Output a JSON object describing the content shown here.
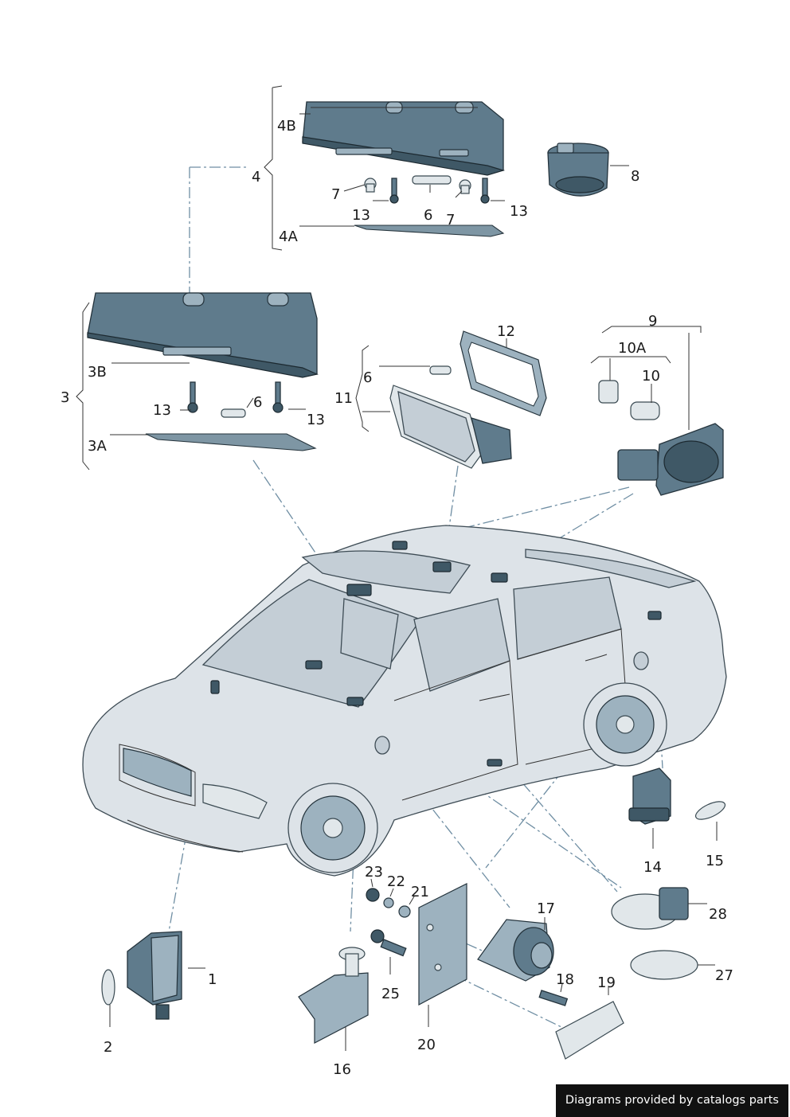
{
  "labels": {
    "l1": "1",
    "l2": "2",
    "l3": "3",
    "l3a": "3A",
    "l3b": "3B",
    "l4": "4",
    "l4a": "4A",
    "l4b": "4B",
    "l6a": "6",
    "l6b": "6",
    "l6c": "6",
    "l7a": "7",
    "l7b": "7",
    "l8": "8",
    "l9": "9",
    "l10": "10",
    "l10a": "10A",
    "l11": "11",
    "l12": "12",
    "l13a": "13",
    "l13b": "13",
    "l13c": "13",
    "l13d": "13",
    "l14": "14",
    "l15": "15",
    "l16": "16",
    "l17": "17",
    "l18": "18",
    "l19": "19",
    "l20": "20",
    "l21": "21",
    "l22": "22",
    "l23": "23",
    "l25": "25",
    "l27": "27",
    "l28": "28"
  },
  "footer": {
    "text": "Diagrams provided by catalogs parts"
  },
  "colors": {
    "part": "#5f7b8c",
    "car_body": "#dde3e8",
    "leader_dash": "#6f8ea3",
    "footer_bg": "#111111"
  }
}
